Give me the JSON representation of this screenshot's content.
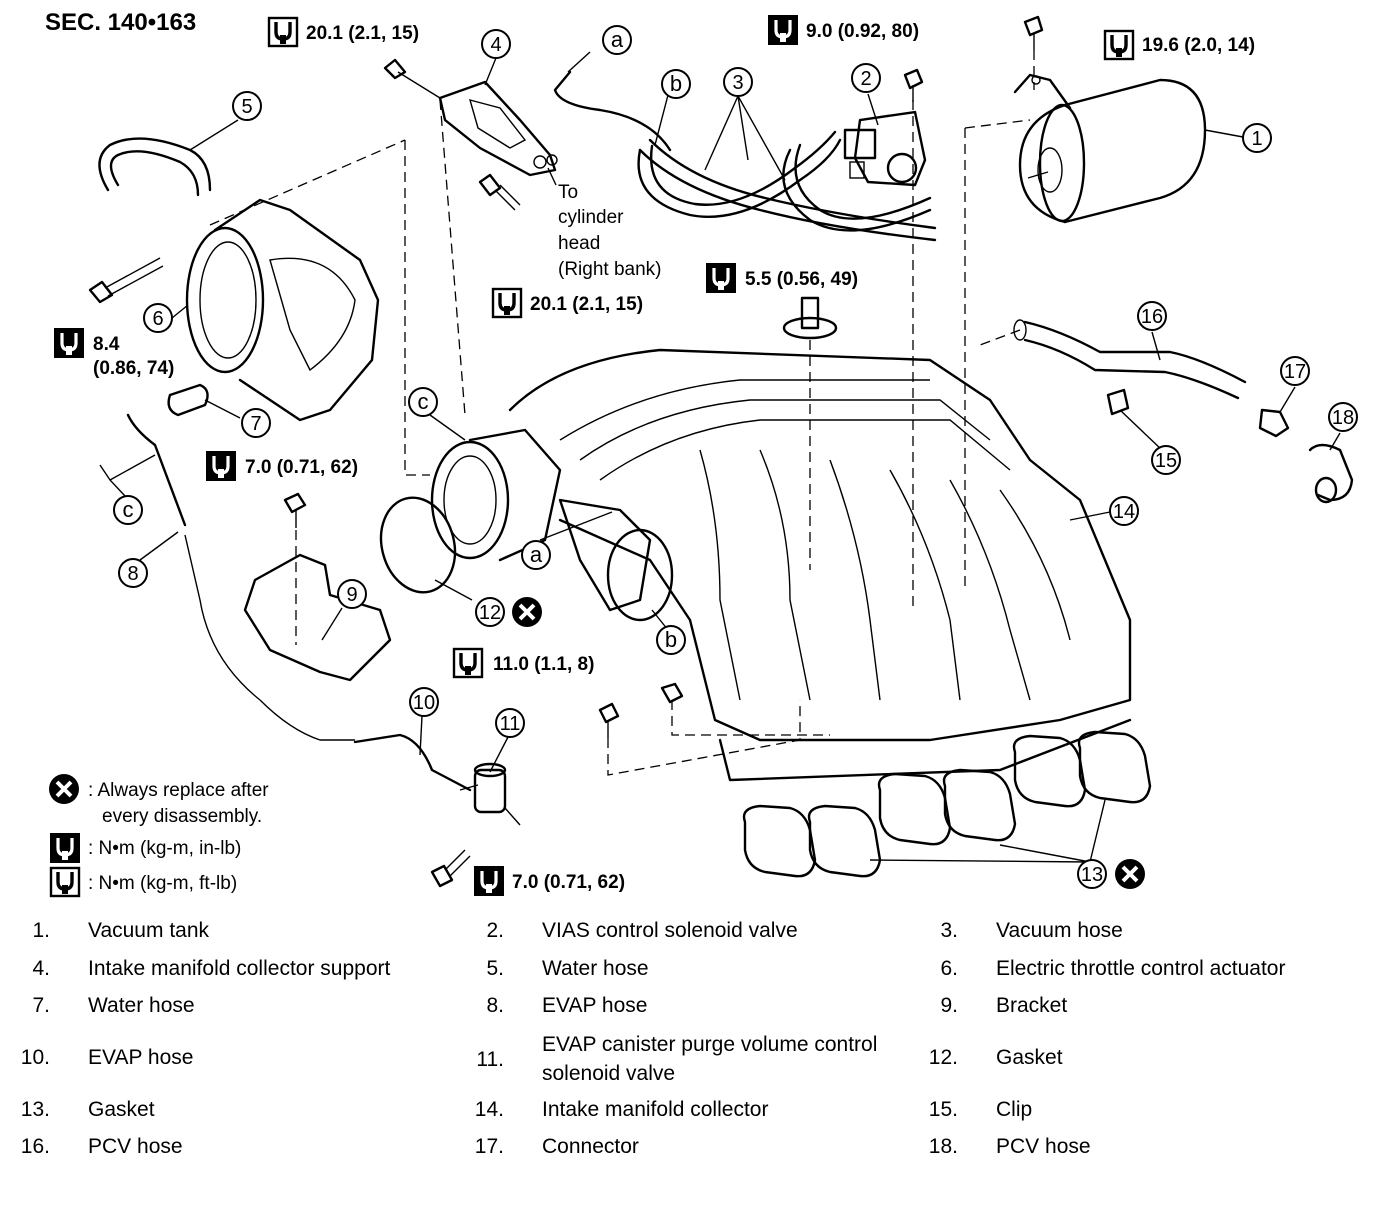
{
  "section": "SEC. 140•163",
  "callouts": [
    "1",
    "2",
    "3",
    "4",
    "5",
    "6",
    "7",
    "8",
    "9",
    "10",
    "11",
    "12",
    "13",
    "14",
    "15",
    "16",
    "17",
    "18"
  ],
  "letters": [
    "a",
    "b",
    "c"
  ],
  "torques": {
    "t_20_1_top": "20.1 (2.1, 15)",
    "t_9_0": "9.0 (0.92, 80)",
    "t_19_6": "19.6 (2.0, 14)",
    "t_20_1_mid": "20.1 (2.1, 15)",
    "t_5_5": "5.5 (0.56, 49)",
    "t_8_4_a": "8.4",
    "t_8_4_b": "(0.86, 74)",
    "t_7_0_upper": "7.0 (0.71, 62)",
    "t_11_0": "11.0 (1.1, 8)",
    "t_7_0_lower": "7.0 (0.71, 62)"
  },
  "cylinder_note": [
    "To",
    "cylinder",
    "head",
    "(Right bank)"
  ],
  "notes": {
    "replace_1": ": Always replace after",
    "replace_2": "every disassembly.",
    "unit_inlb": ": N•m (kg-m, in-lb)",
    "unit_ftlb": ": N•m (kg-m, ft-lb)"
  },
  "legend": [
    {
      "num": "1.",
      "name": "Vacuum tank"
    },
    {
      "num": "2.",
      "name": "VIAS control solenoid valve"
    },
    {
      "num": "3.",
      "name": "Vacuum hose"
    },
    {
      "num": "4.",
      "name": "Intake manifold collector support"
    },
    {
      "num": "5.",
      "name": "Water hose"
    },
    {
      "num": "6.",
      "name": "Electric throttle control actuator"
    },
    {
      "num": "7.",
      "name": "Water hose"
    },
    {
      "num": "8.",
      "name": "EVAP hose"
    },
    {
      "num": "9.",
      "name": "Bracket"
    },
    {
      "num": "10.",
      "name": "EVAP hose"
    },
    {
      "num": "11.",
      "name": "EVAP canister purge volume control solenoid valve"
    },
    {
      "num": "12.",
      "name": "Gasket"
    },
    {
      "num": "13.",
      "name": "Gasket"
    },
    {
      "num": "14.",
      "name": "Intake manifold collector"
    },
    {
      "num": "15.",
      "name": "Clip"
    },
    {
      "num": "16.",
      "name": "PCV hose"
    },
    {
      "num": "17.",
      "name": "Connector"
    },
    {
      "num": "18.",
      "name": "PCV hose"
    }
  ]
}
